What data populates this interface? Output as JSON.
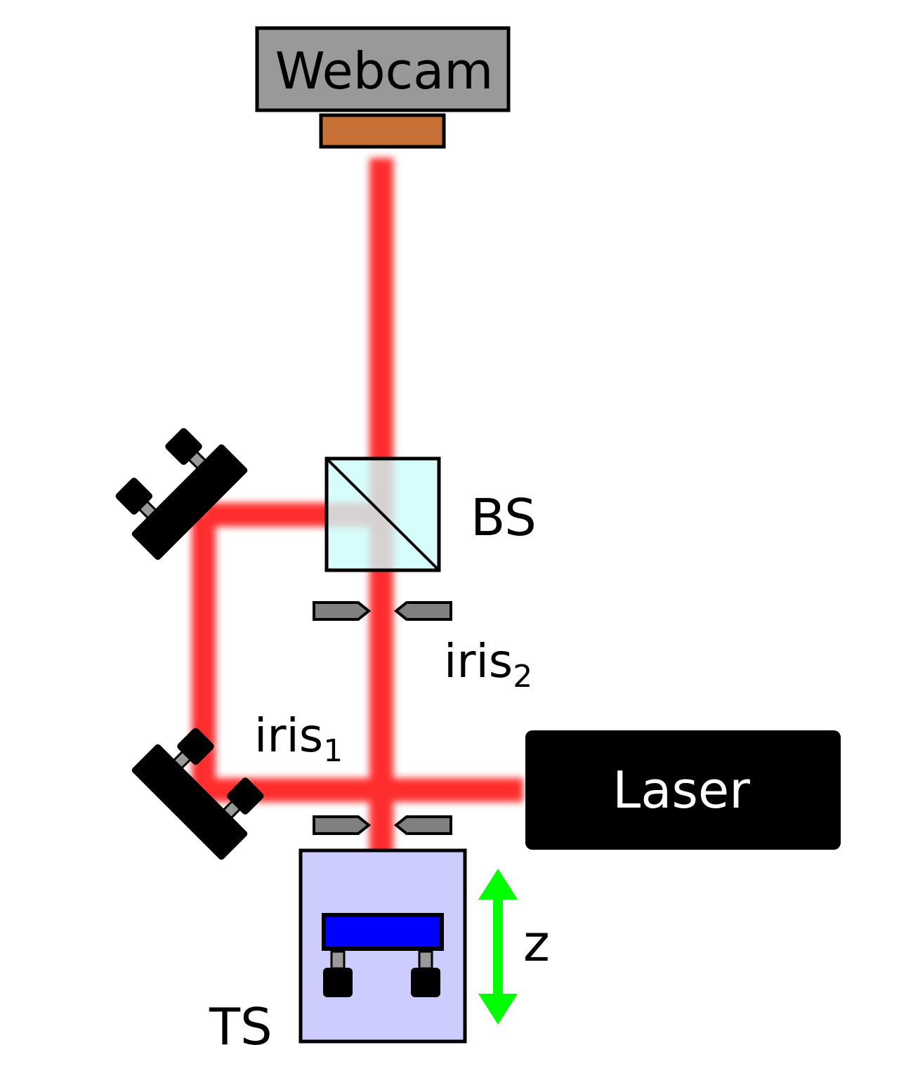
{
  "labels": {
    "webcam": "Webcam",
    "bs": "BS",
    "iris2_main": "iris",
    "iris2_sub": "2",
    "iris1_main": "iris",
    "iris1_sub": "1",
    "laser": "Laser",
    "z": "z",
    "ts": "TS"
  },
  "colors": {
    "beam": "#ff1a1a",
    "webcam_body": "#999999",
    "webcam_lens": "#c87137",
    "beam_splitter": "#ccfbfb",
    "translation_stage": "#ccccff",
    "sample": "#0000ff",
    "arrow": "#00ff00",
    "laser_body": "#000000",
    "iris": "#808080"
  }
}
